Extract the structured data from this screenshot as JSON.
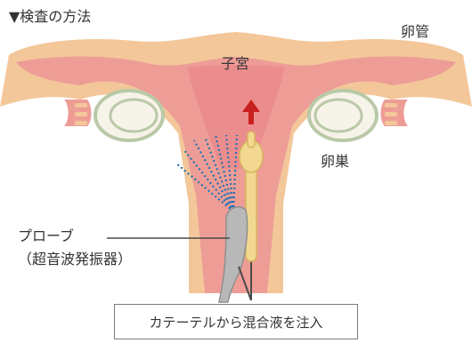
{
  "header": {
    "title": "▼検査の方法"
  },
  "labels": {
    "fallopian_tube": "卵管",
    "uterus": "子宮",
    "ovary": "卵巣",
    "probe_name": "プローブ",
    "probe_desc": "（超音波発振器）"
  },
  "caption": {
    "text": "カテーテルから混合液を注入"
  },
  "colors": {
    "outer_tissue": "#f3c79a",
    "inner_tissue": "#ee9d96",
    "uterine_cavity": "#ec8d8d",
    "ovary_fill": "#f6f3e8",
    "ovary_outline": "#b9c9a8",
    "catheter": "#f2d891",
    "arrow": "#c8201e",
    "ultrasound_waves": "#1e73b4",
    "probe": "#b8b8b8"
  }
}
